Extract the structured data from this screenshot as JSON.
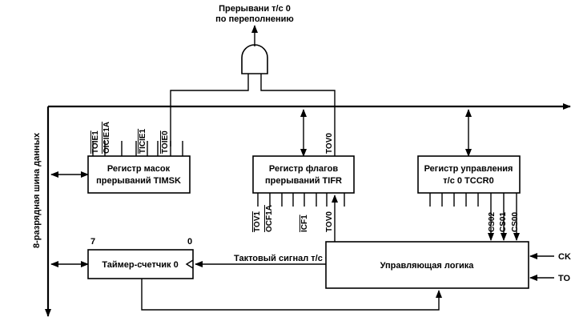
{
  "interrupt_label": [
    "Прерывани т/с 0",
    "по переполнению"
  ],
  "bus_label": "8-разрядная шина данных",
  "timsk": {
    "lines": [
      "Регистр масок",
      "прерываний TIMSK"
    ],
    "bits": [
      "TOIE1",
      "OICIE1A",
      "TICIE1",
      "TOIE0"
    ]
  },
  "tifr": {
    "lines": [
      "Регистр флагов",
      "прерываний TIFR"
    ],
    "top_bit": "TOV0",
    "bottom_bits": [
      "TOV1",
      "OCF1A",
      "ICF1",
      "TOV0"
    ]
  },
  "tccr0": {
    "lines": [
      "Регистр управления",
      "т/с 0 TCCR0"
    ],
    "bits": [
      "CS02",
      "CS01",
      "CS00"
    ]
  },
  "counter": {
    "label": "Таймер-счетчик 0",
    "msb": "7",
    "lsb": "0"
  },
  "clock_label": "Тактовый сигнал т/с 0",
  "control_label": "Управляющая логика",
  "inputs": [
    "CK",
    "TO"
  ]
}
